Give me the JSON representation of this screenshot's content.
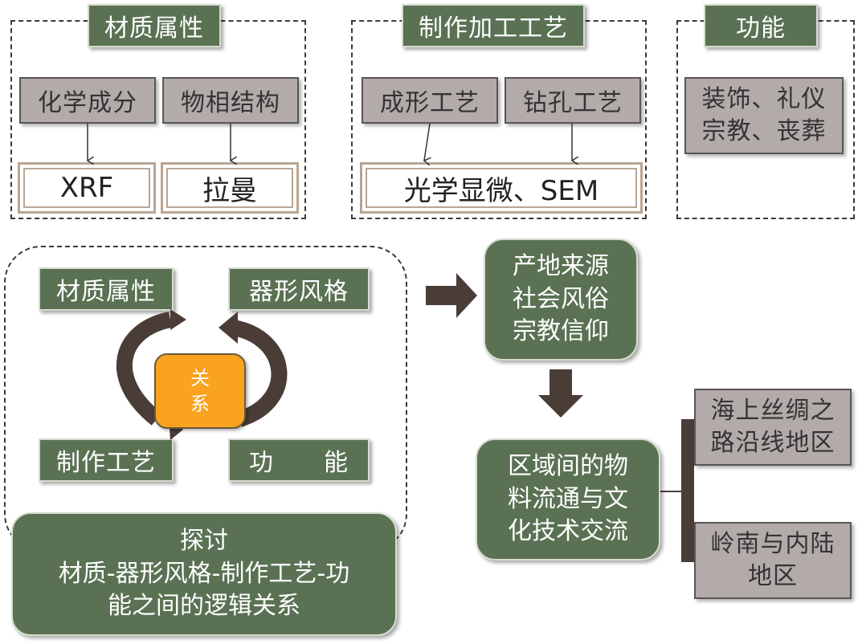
{
  "panel_material": {
    "title": "材质属性",
    "items": [
      "化学成分",
      "物相结构"
    ],
    "methods": [
      "XRF",
      "拉曼"
    ]
  },
  "panel_craft": {
    "title": "制作加工工艺",
    "items": [
      "成形工艺",
      "钻孔工艺"
    ],
    "method": "光学显微、SEM"
  },
  "panel_function": {
    "title": "功能",
    "content_lines": [
      "装饰、礼仪",
      "宗教、丧葬"
    ]
  },
  "cycle": {
    "nodes": [
      "材质属性",
      "器形风格",
      "制作工艺",
      "功　　能"
    ],
    "center_lines": [
      "关",
      "系"
    ]
  },
  "discussion": {
    "lines": [
      "探讨",
      "材质-器形风格-制作工艺-功",
      "能之间的逻辑关系"
    ]
  },
  "origin": {
    "lines": [
      "产地来源",
      "社会风俗",
      "宗教信仰"
    ]
  },
  "exchange": {
    "lines": [
      "区域间的物",
      "料流通与文",
      "化技术交流"
    ]
  },
  "regions": [
    {
      "lines": [
        "海上丝绸之",
        "路沿线地区"
      ]
    },
    {
      "lines": [
        "岭南与内陆",
        "地区"
      ]
    }
  ],
  "colors": {
    "green": "#5a7253",
    "grey": "#b3aaaa",
    "orange": "#f9a31e",
    "arrow": "#4a3d38"
  }
}
